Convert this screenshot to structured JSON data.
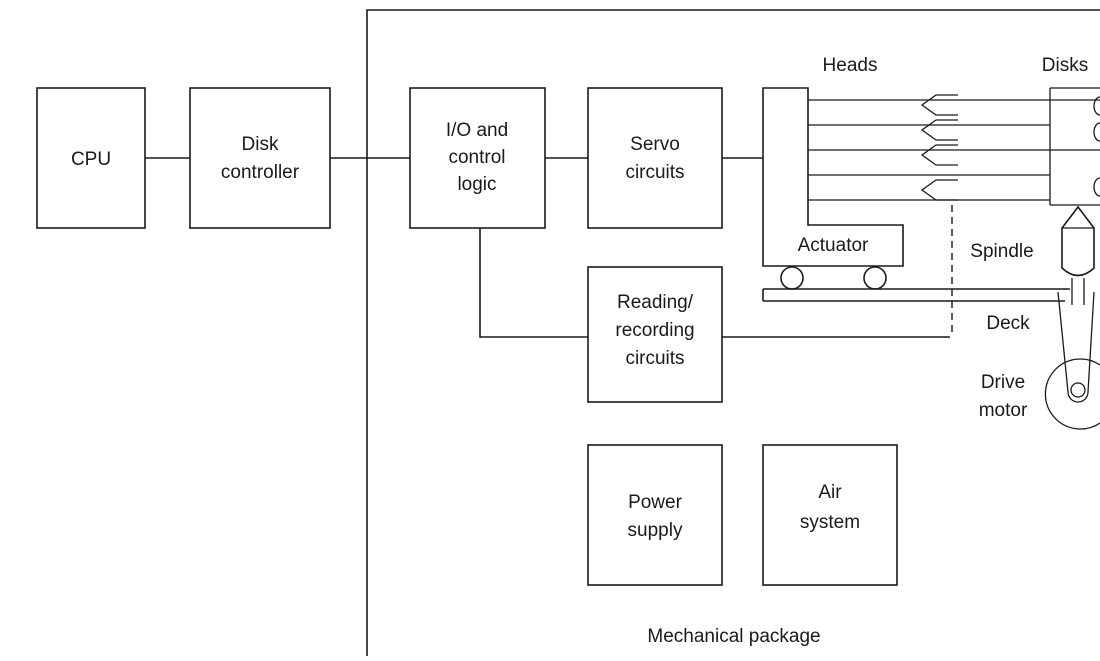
{
  "blocks": {
    "cpu": "CPU",
    "disk_controller": [
      "Disk",
      "controller"
    ],
    "io_control": [
      "I/O and",
      "control",
      "logic"
    ],
    "servo": [
      "Servo",
      "circuits"
    ],
    "reading": [
      "Reading/",
      "recording",
      "circuits"
    ],
    "power": [
      "Power",
      "supply"
    ],
    "air": [
      "Air",
      "system"
    ]
  },
  "labels": {
    "heads": "Heads",
    "disks": "Disks",
    "actuator": "Actuator",
    "spindle": "Spindle",
    "deck": "Deck",
    "drive_motor": [
      "Drive",
      "motor"
    ],
    "package": "Mechanical package"
  }
}
